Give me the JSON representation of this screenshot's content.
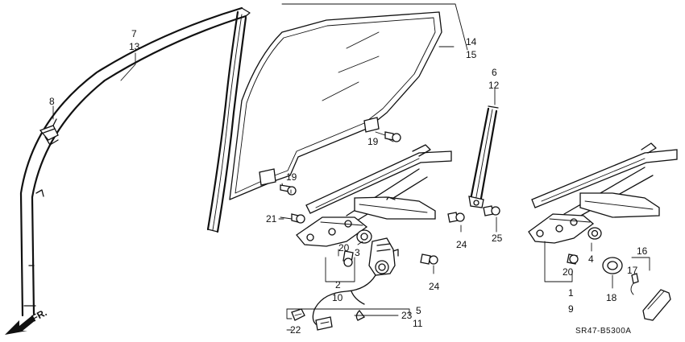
{
  "callouts": {
    "c1": "1",
    "c2": "2",
    "c3": "3",
    "c4": "4",
    "c5": "5",
    "c6": "6",
    "c7": "7",
    "c8": "8",
    "c9": "9",
    "c10": "10",
    "c11": "11",
    "c12": "12",
    "c13": "13",
    "c14": "14",
    "c15": "15",
    "c16": "16",
    "c17": "17",
    "c18": "18",
    "c19a": "19",
    "c19b": "19",
    "c20a": "20",
    "c20b": "20",
    "c21": "21",
    "c22": "22",
    "c23": "23",
    "c24a": "24",
    "c24b": "24",
    "c25": "25"
  },
  "front_marker": "FR.",
  "diagram_code": "SR47-B5300A"
}
